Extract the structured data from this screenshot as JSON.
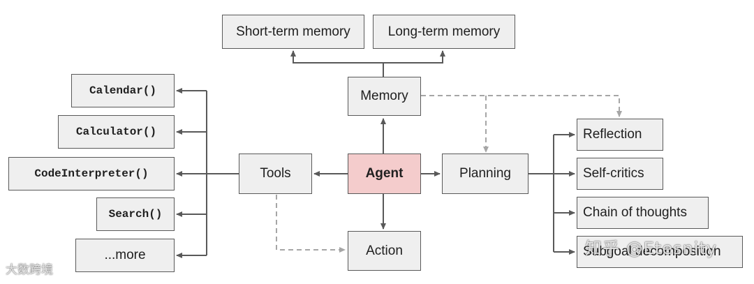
{
  "nodes": {
    "short_term_memory": "Short-term memory",
    "long_term_memory": "Long-term memory",
    "memory": "Memory",
    "agent": "Agent",
    "tools": "Tools",
    "planning": "Planning",
    "action": "Action",
    "calendar": "Calendar()",
    "calculator": "Calculator()",
    "code_interpreter": "CodeInterpreter()",
    "search": "Search()",
    "more": "...more",
    "reflection": "Reflection",
    "self_critics": "Self-critics",
    "chain_of_thoughts": "Chain of thoughts",
    "subgoal_decomposition": "Subgoal decomposition"
  },
  "watermarks": {
    "zhihu": "知乎 @Etesnity",
    "dashu": "大数跨境"
  },
  "colors": {
    "box_fill": "#efefef",
    "box_border": "#595959",
    "agent_fill": "#f4cccc",
    "solid_arrow": "#595959",
    "dashed_arrow": "#a6a6a6"
  }
}
